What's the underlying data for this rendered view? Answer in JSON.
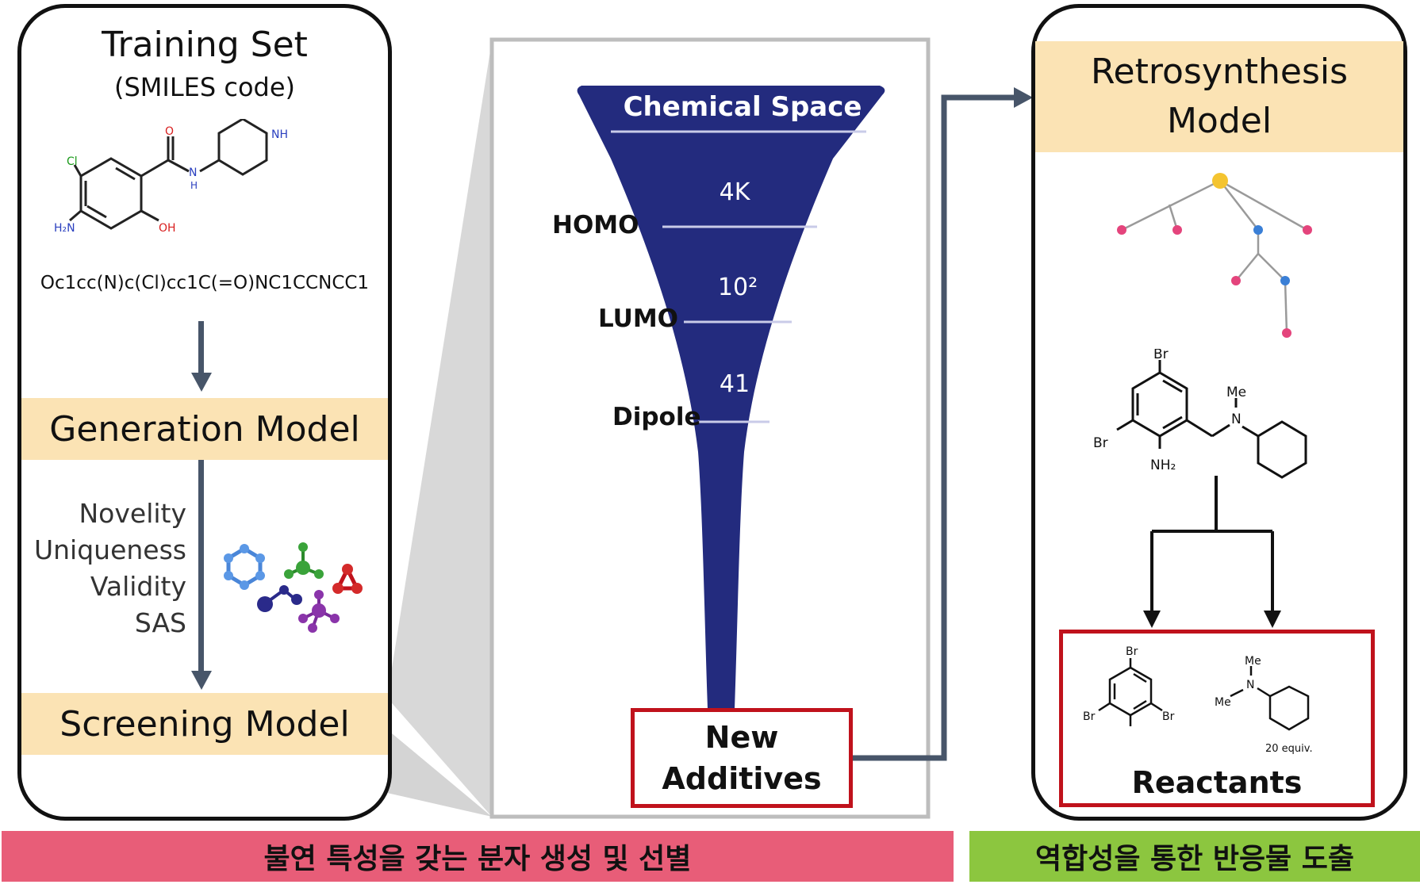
{
  "left_panel": {
    "title": "Training Set",
    "subtitle": "(SMILES code)",
    "smiles": "Oc1cc(N)c(Cl)cc1C(=O)NC1CCNCC1",
    "molecule_labels": {
      "cl": "Cl",
      "o": "O",
      "nh": "NH",
      "n": "N",
      "h": "H",
      "h2n": "H₂N",
      "oh": "OH"
    },
    "generation_model": "Generation Model",
    "metrics": [
      "Novelity",
      "Uniqueness",
      "Validity",
      "SAS"
    ],
    "screening_model": "Screening Model"
  },
  "funnel": {
    "top_label": "Chemical Space",
    "levels": [
      "4K",
      "10²",
      "41"
    ],
    "filters": [
      "HOMO",
      "LUMO",
      "Dipole"
    ],
    "result_line1": "New",
    "result_line2": "Additives"
  },
  "right_panel": {
    "title_line1": "Retrosynthesis",
    "title_line2": "Model",
    "product_labels": {
      "br_top": "Br",
      "br_left": "Br",
      "me": "Me",
      "n": "N",
      "nh2": "NH₂"
    },
    "reactant_labels": {
      "br1": "Br",
      "br2": "Br",
      "br3": "Br",
      "me1": "Me",
      "me2": "Me",
      "n": "N",
      "equiv": "20 equiv."
    },
    "reactants": "Reactants"
  },
  "footer": {
    "left": "불연 특성을 갖는 분자 생성 및 선별",
    "right": "역합성을 통한 반응물 도출"
  },
  "colors": {
    "funnel": "#232b7e",
    "band": "#fbe3b4",
    "red_box": "#c0121c",
    "arrow": "#475569",
    "footer_left": "#e85d78",
    "footer_right": "#8cc63f"
  },
  "icons": [
    "molecule-models-icon",
    "retrosynthesis-tree-icon"
  ]
}
